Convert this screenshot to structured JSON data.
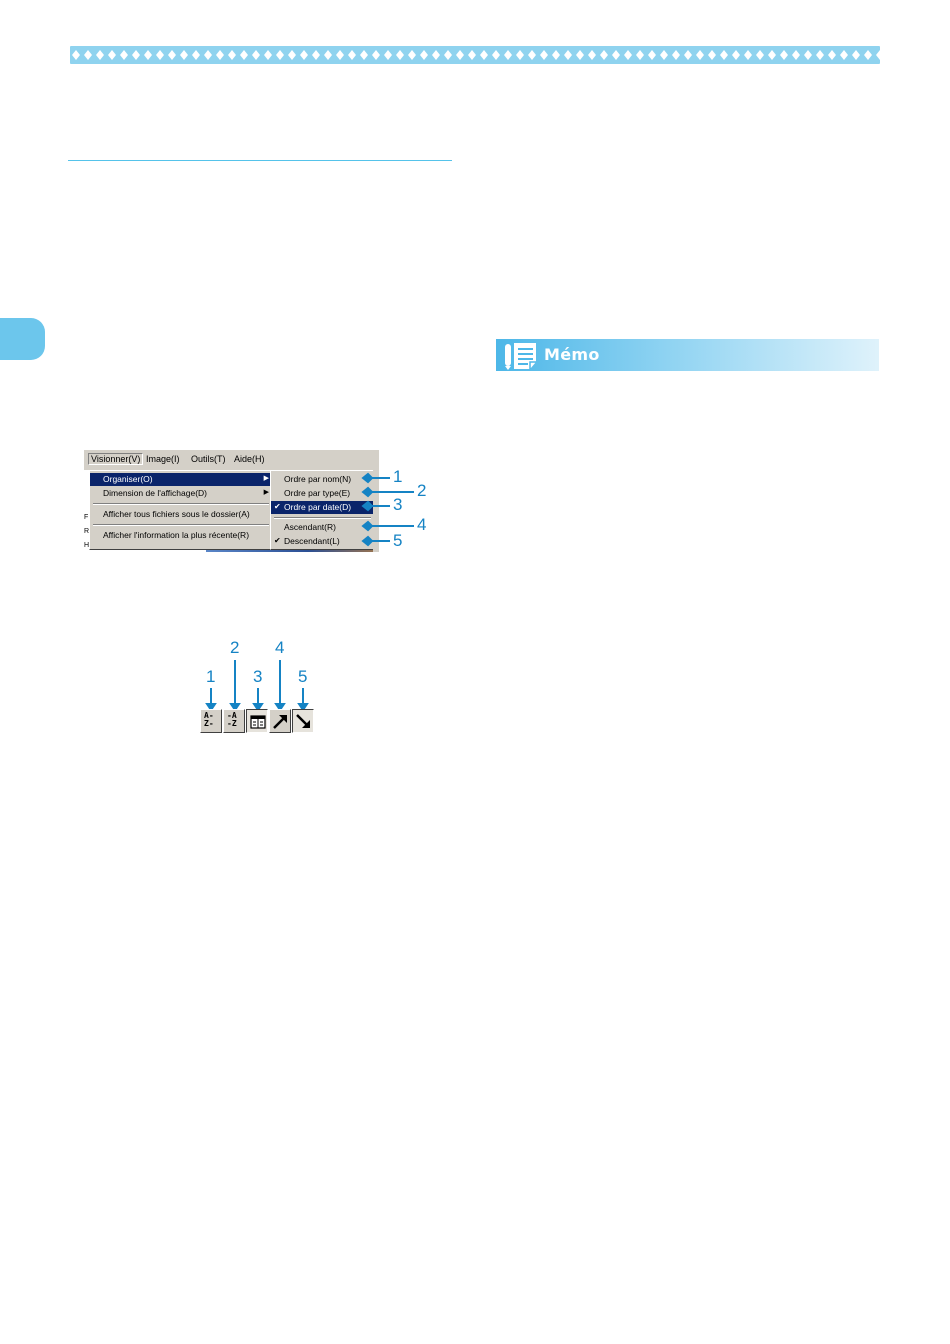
{
  "memo": {
    "label": "Mémo"
  },
  "menubar": {
    "items": [
      "Visionner(V)",
      "Image(I)",
      "Outils(T)",
      "Aide(H)"
    ]
  },
  "menu_main": {
    "items": [
      "Organiser(O)",
      "Dimension de l'affichage(D)",
      "Afficher tous fichiers sous le dossier(A)",
      "Afficher l'information la plus récente(R)"
    ]
  },
  "menu_sort": {
    "items": [
      "Ordre par nom(N)",
      "Ordre par type(E)",
      "Ordre par date(D)",
      "Ascendant(R)",
      "Descendant(L)"
    ],
    "check": "✔"
  },
  "side_text": [
    "F",
    "R",
    "HN (E:)"
  ],
  "callouts_menu": [
    "1",
    "2",
    "3",
    "4",
    "5"
  ],
  "callouts_toolbar": [
    "1",
    "2",
    "3",
    "4",
    "5"
  ],
  "toolbar": {
    "btn1": [
      "A-",
      "Z-"
    ],
    "btn2": [
      "-A",
      "-Z"
    ]
  },
  "colors": {
    "accent": "#1583c4",
    "band": "#8fd3ef",
    "menu_highlight": "#0a246a"
  }
}
